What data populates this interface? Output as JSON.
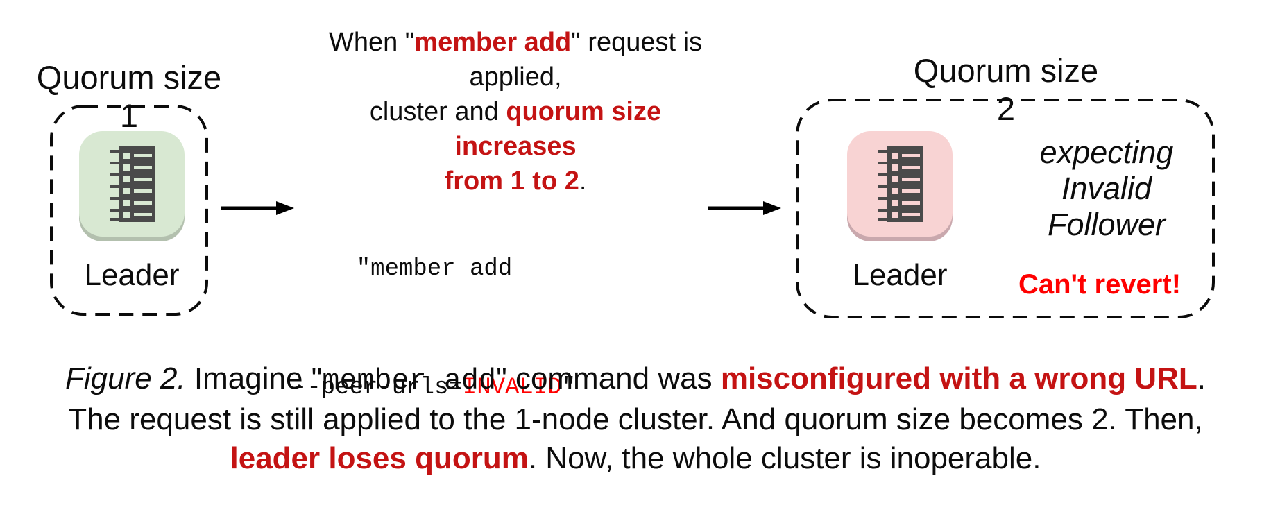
{
  "colors": {
    "dark_red_highlight": "#c41313",
    "bright_red": "#ff0000",
    "icon_green_bg": "#d8e8d2",
    "icon_green_shadow": "#b3c0ae",
    "icon_pink_bg": "#f8d3d3",
    "icon_pink_shadow": "#c9a8ad",
    "icon_glyph": "#4a4a4a",
    "text": "#0c0c0c"
  },
  "left_cluster": {
    "title": "Quorum size 1",
    "node": {
      "icon": "server-list-icon",
      "label": "Leader"
    }
  },
  "note": {
    "line1_prefix": "When \"",
    "line1_highlight": "member add",
    "line1_suffix": "\" request is applied,",
    "line2_prefix": "cluster and ",
    "line2_highlight": "quorum size increases",
    "line3_highlight": "from 1 to 2",
    "line3_suffix": "."
  },
  "command": {
    "line1": "\"member add",
    "line2_prefix": "--peer-urls=",
    "line2_invalid": "INVALID",
    "line2_suffix": "\""
  },
  "right_cluster": {
    "title": "Quorum size 2",
    "node": {
      "icon": "server-list-icon",
      "label": "Leader"
    },
    "status_lines": [
      "expecting",
      "Invalid",
      "Follower"
    ],
    "warning": "Can't revert!"
  },
  "caption": {
    "line1": {
      "figure": "Figure 2.",
      "imagine": " Imagine ",
      "open_quote": "\"",
      "command": "member add",
      "after": "\" command was ",
      "error": "misconfigured with a wrong URL",
      "period": "."
    },
    "line2": "The request is still applied to the 1-node cluster. And quorum size becomes 2. Then,",
    "line3": {
      "error": "leader loses quorum",
      "rest": ". Now, the whole cluster is inoperable."
    }
  }
}
